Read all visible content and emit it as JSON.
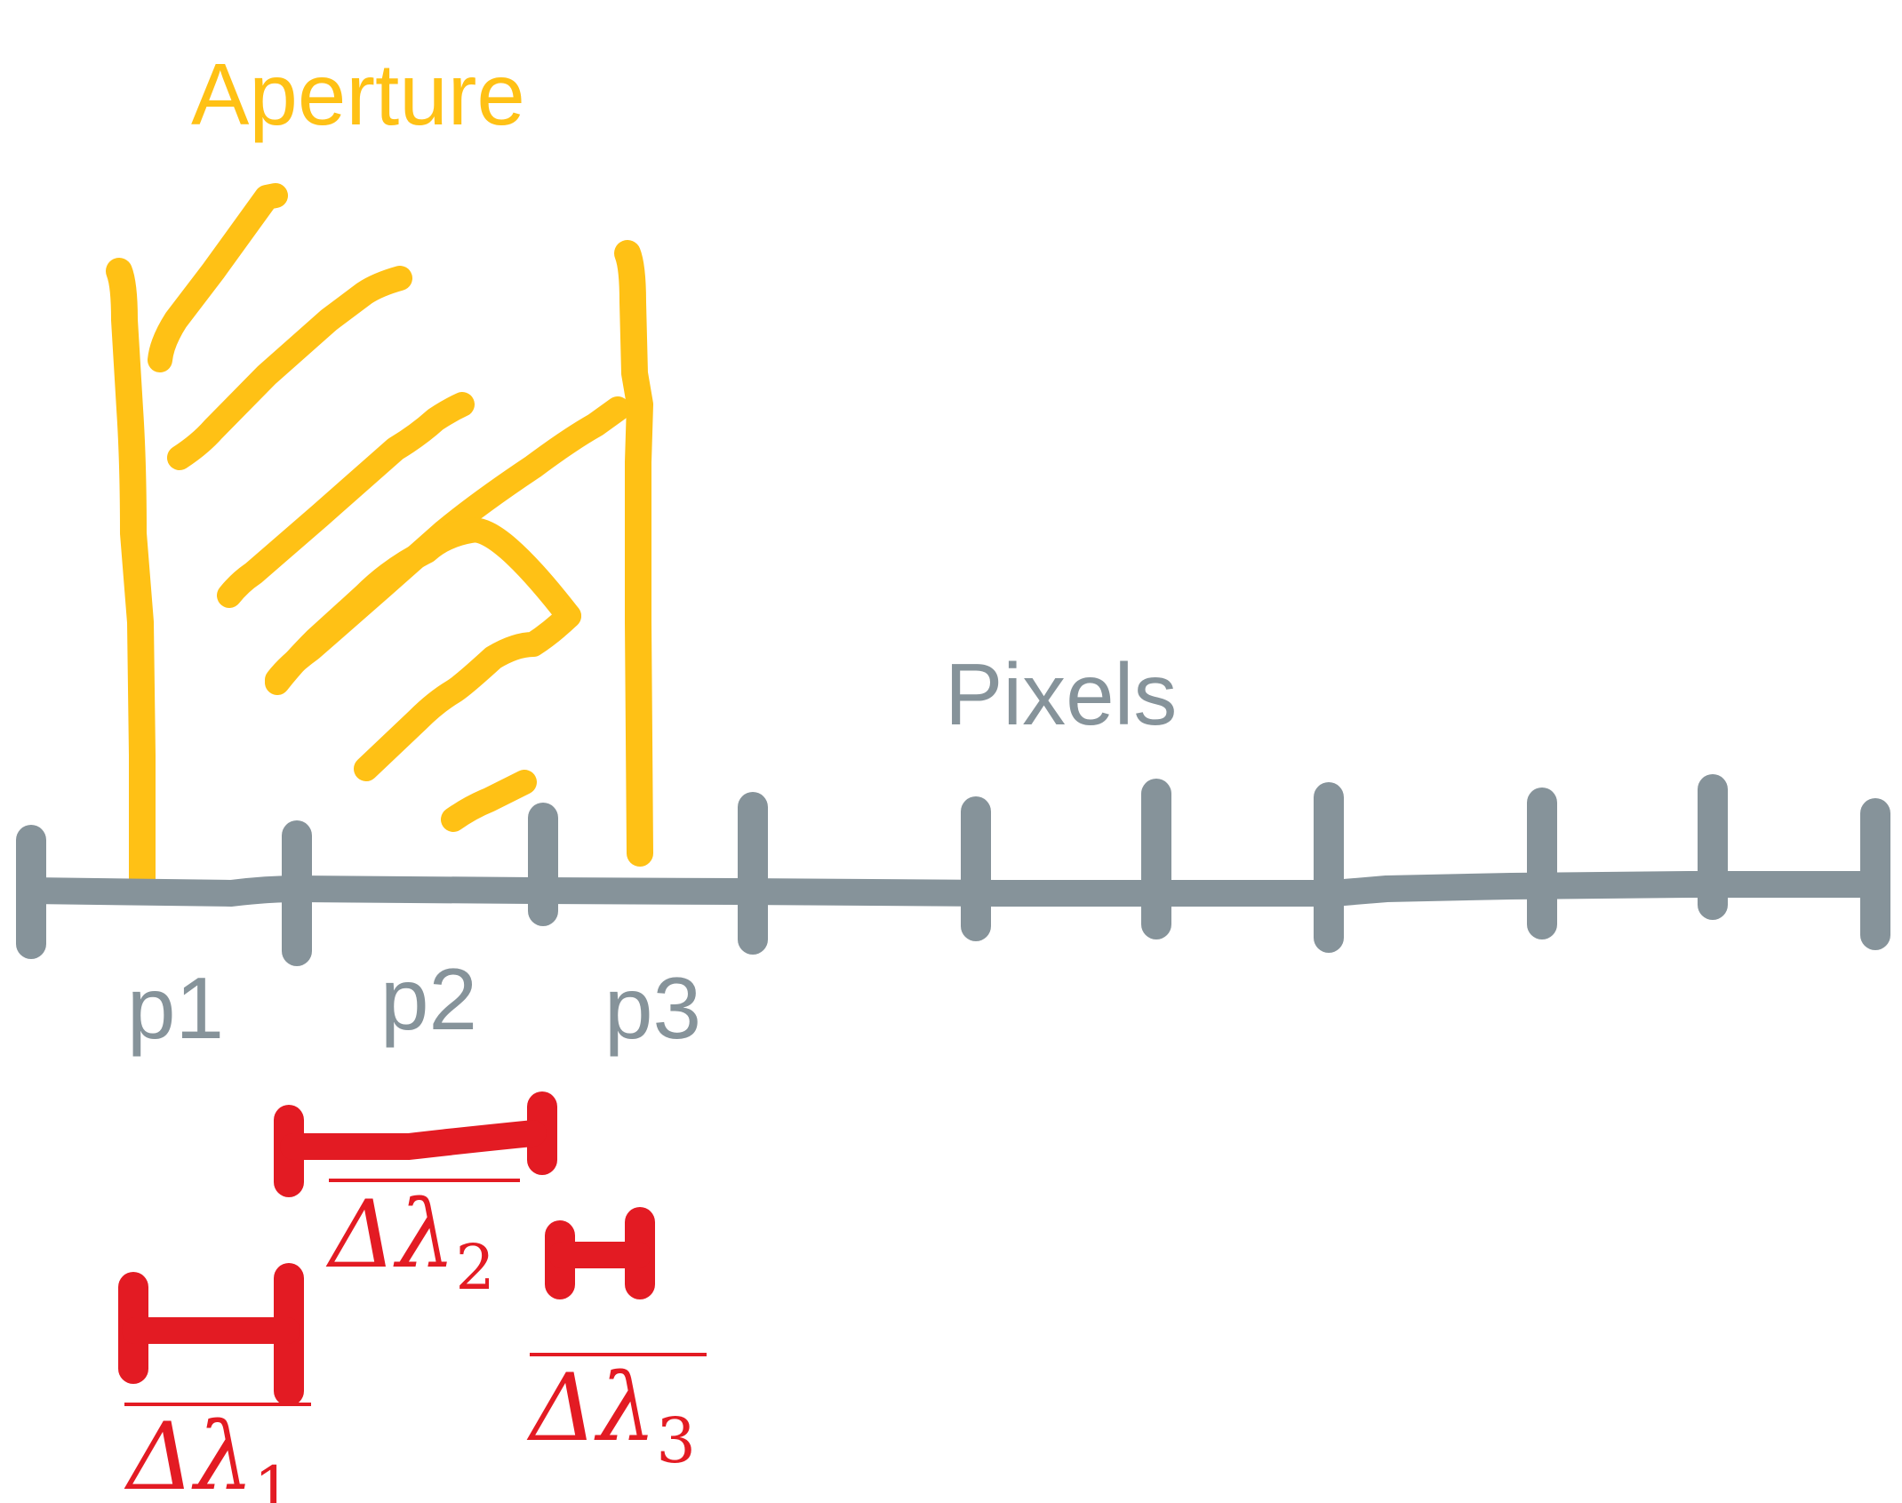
{
  "colors": {
    "aperture": "#FFC115",
    "pixels": "#86939A",
    "delta": "#E31B23"
  },
  "labels": {
    "aperture": "Aperture",
    "pixels": "Pixels",
    "p1": "p1",
    "p2": "p2",
    "p3": "p3"
  },
  "deltas": {
    "symbol": "Δλ",
    "d1_sub": "1",
    "d2_sub": "2",
    "d3_sub": "3"
  }
}
